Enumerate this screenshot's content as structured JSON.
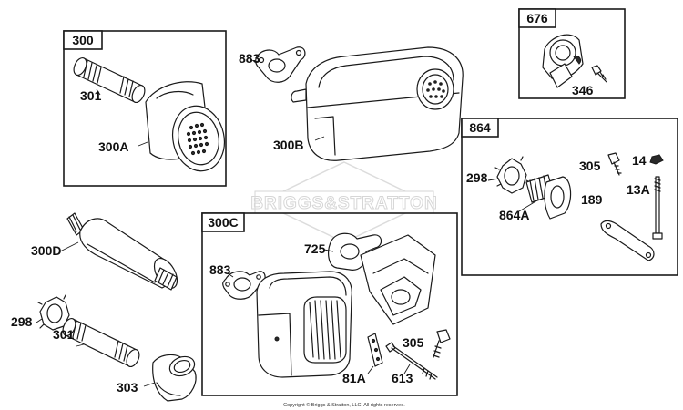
{
  "watermark": "BRIGGS&STRATTON",
  "copyright": "Copyright © Briggs & Stratton, LLC. All rights reserved.",
  "boxes": {
    "b300": "300",
    "b676": "676",
    "b864": "864",
    "b300c": "300C"
  },
  "labels": {
    "p301a": "301",
    "p300a": "300A",
    "p883a": "883",
    "p300b": "300B",
    "p346": "346",
    "p305a": "305",
    "p14": "14",
    "p298a": "298",
    "p189": "189",
    "p13a": "13A",
    "p864a": "864A",
    "p300d": "300D",
    "p298b": "298",
    "p301b": "301",
    "p303": "303",
    "p725": "725",
    "p883b": "883",
    "p305b": "305",
    "p81a": "81A",
    "p613": "613"
  }
}
